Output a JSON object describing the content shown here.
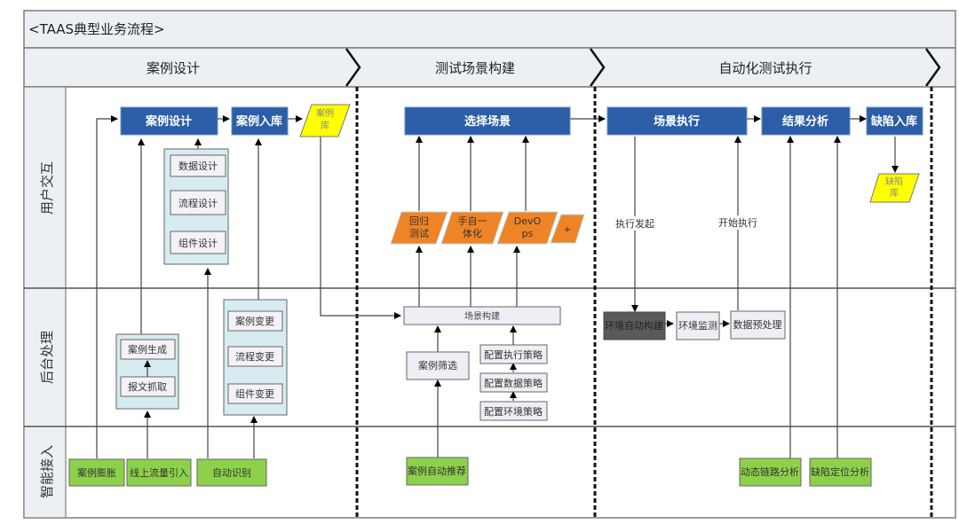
{
  "title": "<TAAS典型业务流程>",
  "phases": [
    {
      "label": "案例设计"
    },
    {
      "label": "测试场景构建"
    },
    {
      "label": "自动化测试执行"
    }
  ],
  "lanes": [
    {
      "label": "用户交互"
    },
    {
      "label": "后台处理"
    },
    {
      "label": "智能接入"
    }
  ],
  "nodes": {
    "case_design": "案例设计",
    "case_store": "案例入库",
    "case_lib": [
      "案例",
      "库"
    ],
    "data_design": "数据设计",
    "flow_design": "流程设计",
    "comp_design": "组件设计",
    "select_scene": "选择场景",
    "regression": [
      "回归",
      "测试"
    ],
    "manual_auto": [
      "手自一",
      "体化"
    ],
    "devops": [
      "DevO",
      "ps"
    ],
    "plus": "+",
    "scene_exec": "场景执行",
    "result_analysis": "结果分析",
    "defect_store": "缺陷入库",
    "defect_lib": [
      "缺陷",
      "库"
    ],
    "exec_start_label": "执行发起",
    "begin_exec_label": "开始执行",
    "case_gen": "案例生成",
    "msg_capture": "报文抓取",
    "case_change": "案例变更",
    "flow_change": "流程变更",
    "comp_change": "组件变更",
    "scene_build": "场景构建",
    "case_filter": "案例筛选",
    "cfg_exec": "配置执行策略",
    "cfg_data": "配置数据策略",
    "cfg_env": "配置环境策略",
    "env_build": "环境自动构建",
    "env_monitor": "环境监测",
    "data_pre": "数据预处理",
    "case_expand": "案例膨胀",
    "traffic_import": "线上流量引入",
    "auto_identify": "自动识别",
    "case_recommend": "案例自动推荐",
    "dyn_trace": "动态链路分析",
    "defect_locate": "缺陷定位分析"
  },
  "colors": {
    "primary_box": "#2b5ea7",
    "input_para": "#ee8426",
    "store_para": "#ffff00",
    "intelligent_box": "#8dd14a",
    "group_bg": "#d6ecf1",
    "header_bg": "#eceff4",
    "dark_box": "#5a5a5a",
    "plain_box": "#f0eef4"
  }
}
